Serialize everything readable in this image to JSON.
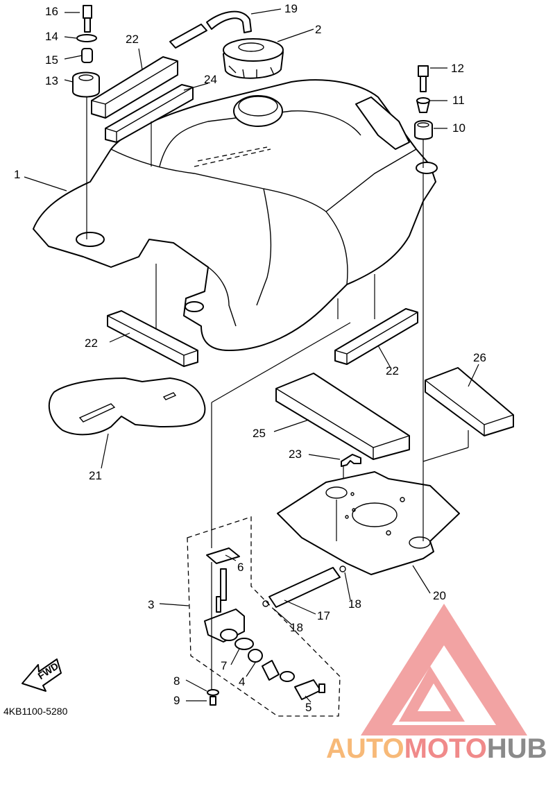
{
  "diagram": {
    "doc_code": "4KB1100-5280",
    "fwd_label": "FWD",
    "callouts": {
      "c1": "1",
      "c2": "2",
      "c3": "3",
      "c4": "4",
      "c5": "5",
      "c6": "6",
      "c7": "7",
      "c8": "8",
      "c9": "9",
      "c10": "10",
      "c11": "11",
      "c12": "12",
      "c13": "13",
      "c14": "14",
      "c15": "15",
      "c16": "16",
      "c17": "17",
      "c18a": "18",
      "c18b": "18",
      "c19": "19",
      "c20": "20",
      "c21": "21",
      "c22a": "22",
      "c22b": "22",
      "c22c": "22",
      "c23": "23",
      "c24": "24",
      "c25": "25",
      "c26": "26"
    }
  },
  "watermark": {
    "part1": "AUTO",
    "part2": "MOTO",
    "part3": "HUB",
    "color_auto": "#f7b978",
    "color_moto": "#f08a8a",
    "color_hub": "#8a8a8a"
  }
}
